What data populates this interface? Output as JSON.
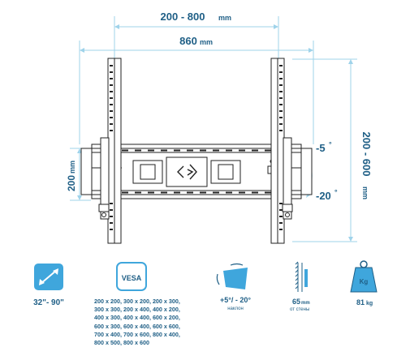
{
  "dimensions": {
    "vesa_width": "200 - 800",
    "vesa_width_unit": "mm",
    "overall_width": "860",
    "overall_width_unit": "mm",
    "plate_height": "200",
    "plate_height_unit": "mm",
    "vesa_height": "200 - 600",
    "vesa_height_unit": "mm"
  },
  "tilt": {
    "up": "-5",
    "down": "-20",
    "degree": "°"
  },
  "specs": {
    "screen_size": "32\"- 90\"",
    "vesa_badge": "VESA",
    "vesa_patterns": [
      "200 x 200, 300 x 200, 200 x 300,",
      "300 x 300, 200 x 400, 400 x 200,",
      "400 x 300, 400 x 400, 600 x 200,",
      "600 x 300, 600 x 400, 600 x 600,",
      "700 x 400, 700 x 600, 800 x 400,",
      "800 x 500, 800 x 600"
    ],
    "tilt_range": "+5°/ - 20°",
    "tilt_caption": "наклон",
    "wall_distance": "65",
    "wall_distance_unit": "mm",
    "wall_distance_caption": "от стены",
    "load_badge": "Kg",
    "max_load": "81",
    "max_load_unit": "kg"
  },
  "colors": {
    "dimension_line": "#9fd3ea",
    "text": "#1f5f86",
    "icon_fill": "#3fa6dc",
    "drawing": "#222222"
  },
  "icons": [
    "diagonal-arrow-icon",
    "vesa-badge-icon",
    "tilt-screen-icon",
    "wall-distance-icon",
    "weight-icon",
    "arrow-logo-icon"
  ]
}
